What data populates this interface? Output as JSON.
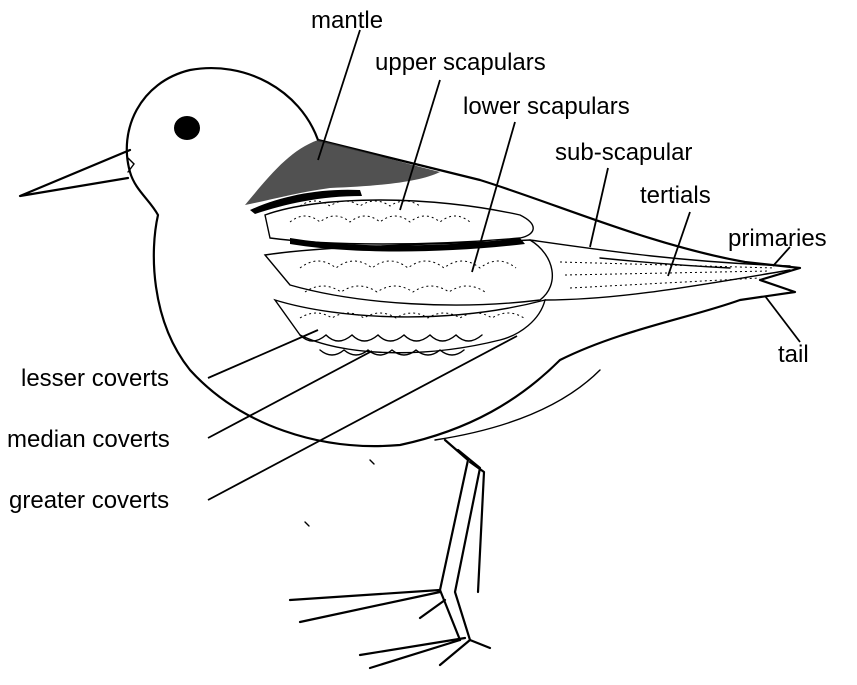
{
  "labels": {
    "mantle": "mantle",
    "upper_scapulars": "upper scapulars",
    "lower_scapulars": "lower scapulars",
    "sub_scapular": "sub-scapular",
    "tertials": "tertials",
    "primaries": "primaries",
    "tail": "tail",
    "lesser_coverts": "lesser coverts",
    "median_coverts": "median coverts",
    "greater_coverts": "greater coverts"
  }
}
